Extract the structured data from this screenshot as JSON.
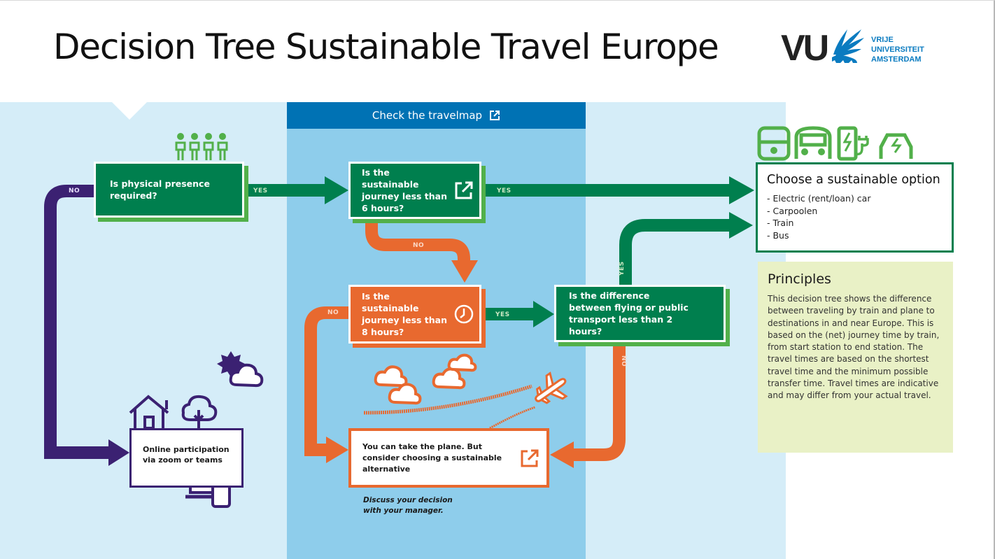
{
  "title": "Decision Tree Sustainable Travel Europe",
  "logo": {
    "mark": "VU",
    "lines": [
      "VRIJE",
      "UNIVERSITEIT",
      "AMSTERDAM"
    ],
    "icon": "griffin-icon",
    "color": "#0a7bc0"
  },
  "travelmap_link": {
    "label": "Check the travelmap",
    "icon": "external-link-icon"
  },
  "colors": {
    "green": "#007f4e",
    "light_green": "#52b04a",
    "orange": "#e8692f",
    "purple": "#3b2172",
    "blue_bar": "#0072b4",
    "panel_light_blue": "#d5edf8",
    "panel_mid_blue": "#8ecdeb",
    "principles_bg": "#e9f1c6"
  },
  "nodes": {
    "q_physical_presence": {
      "text": "Is physical presence required?",
      "icon": "people-icon"
    },
    "q_less_than_6": {
      "text": "Is the sustainable journey less than 6 hours?",
      "icon": "external-link-icon"
    },
    "q_less_than_8": {
      "text": "Is the sustainable journey less than 8 hours?",
      "icon": "clock-icon"
    },
    "q_difference_2": {
      "text": "Is the difference between flying or public transport less than 2 hours?"
    },
    "online": {
      "text": "Online participation via zoom or teams",
      "icons": [
        "house-icon",
        "tree-icon",
        "sun-cloud-icon",
        "laptop-phone-icon"
      ]
    },
    "plane": {
      "text": "You can take the plane. But consider choosing a sustainable alternative",
      "icon": "external-link-icon",
      "note": "Discuss your decision with your manager."
    },
    "choose": {
      "title": "Choose a sustainable option",
      "options": [
        "- Electric (rent/loan) car",
        "- Carpoolen",
        "- Train",
        "- Bus"
      ],
      "icons": [
        "train-icon",
        "bus-icon",
        "charging-station-icon",
        "electric-car-icon"
      ]
    }
  },
  "edges": {
    "physical_no": "NO",
    "physical_yes": "YES",
    "six_yes": "YES",
    "six_no": "NO",
    "eight_yes": "YES",
    "eight_no": "NO",
    "diff_yes": "YES",
    "diff_no": "NO"
  },
  "principles": {
    "title": "Principles",
    "body": "This decision tree shows the difference between traveling by train and plane to destinations in and near Europe. This is based on the (net) journey time by train, from start station to end station. The travel times are based on the shortest travel time and the minimum possible transfer time. Travel times are indicative and may differ from your actual travel."
  }
}
